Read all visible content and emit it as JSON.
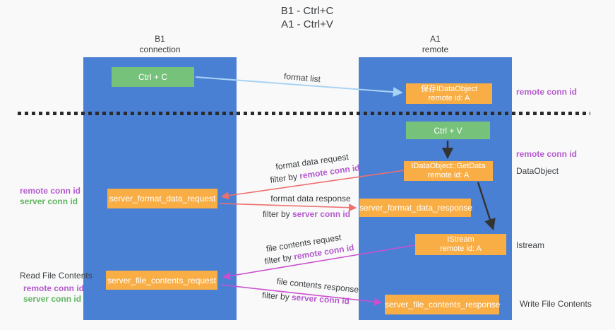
{
  "title": {
    "line1": "B1 - Ctrl+C",
    "line2": "A1 - Ctrl+V"
  },
  "columns": {
    "left": {
      "header_line1": "B1",
      "header_line2": "connection"
    },
    "right": {
      "header_line1": "A1",
      "header_line2": "remote"
    }
  },
  "nodes": {
    "ctrl_c": "Ctrl + C",
    "ctrl_v": "Ctrl + V",
    "save_idataobject": {
      "line1": "保存IDataObject",
      "line2": "remote id: A"
    },
    "getdata": {
      "line1": "IDataObject::GetData",
      "line2": "remote id: A"
    },
    "istream": {
      "line1": "IStream",
      "line2": "remote id: A"
    },
    "server_format_data_request": "server_format_data_request",
    "server_format_data_response": "server_format_data_response",
    "server_file_contents_request": "server_file_contents_request",
    "server_file_contents_response": "server_file_contents_response"
  },
  "arrow_labels": {
    "format_list": "format list",
    "format_data_request": "format data request",
    "format_data_response": "format data response",
    "file_contents_request": "file contents request",
    "file_contents_response": "file contents response",
    "filter_by": "filter by ",
    "remote_conn_id": "remote conn id",
    "server_conn_id": "server conn id"
  },
  "margin_labels": {
    "left_remote_conn_id": "remote conn id",
    "left_server_conn_id": "server conn id",
    "read_file_contents": "Read File Contents",
    "read_remote_conn_id": "remote conn id",
    "read_server_conn_id": "server conn id",
    "right_remote_conn_id_top": "remote conn id",
    "right_remote_conn_id_mid": "remote conn id",
    "dataobject": "DataObject",
    "istream": "Istream",
    "write_file_contents": "Write File Contents"
  },
  "colors": {
    "column_blue": "#4a80d4",
    "node_green": "#76c27b",
    "node_orange": "#f9ae45",
    "arrow_light_blue": "#a9d3f5",
    "arrow_red": "#ee706e",
    "arrow_magenta": "#cb4fd0",
    "arrow_black": "#333333",
    "text_purple": "#b45ace",
    "text_green": "#62b562",
    "text_dark": "#3c4043"
  }
}
